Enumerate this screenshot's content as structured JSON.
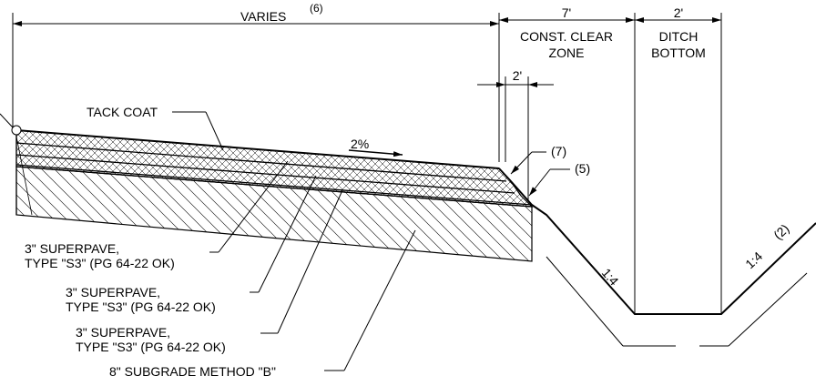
{
  "dimensions": {
    "varies": "VARIES",
    "varies_note": "(6)",
    "clear_zone_width": "7'",
    "clear_zone_label_1": "CONST. CLEAR",
    "clear_zone_label_2": "ZONE",
    "ditch_width": "2'",
    "ditch_label_1": "DITCH",
    "ditch_label_2": "BOTTOM",
    "shoulder_width": "2'"
  },
  "slope": {
    "cross_slope": "2%",
    "foreslope": "1:4",
    "backslope": "1:4",
    "backslope_note": "(2)"
  },
  "callouts": {
    "note_7": "(7)",
    "note_5": "(5)",
    "tack_coat": "TACK COAT",
    "layer1_line1": "3\" SUPERPAVE,",
    "layer1_line2": "TYPE \"S3\" (PG 64-22 OK)",
    "layer2_line1": "3\" SUPERPAVE,",
    "layer2_line2": "TYPE \"S3\" (PG 64-22 OK)",
    "layer3_line1": "3\" SUPERPAVE,",
    "layer3_line2": "TYPE \"S3\" (PG 64-22 OK)",
    "subgrade": "8\" SUBGRADE  METHOD \"B\""
  },
  "colors": {
    "line": "#000000",
    "background": "#ffffff"
  }
}
